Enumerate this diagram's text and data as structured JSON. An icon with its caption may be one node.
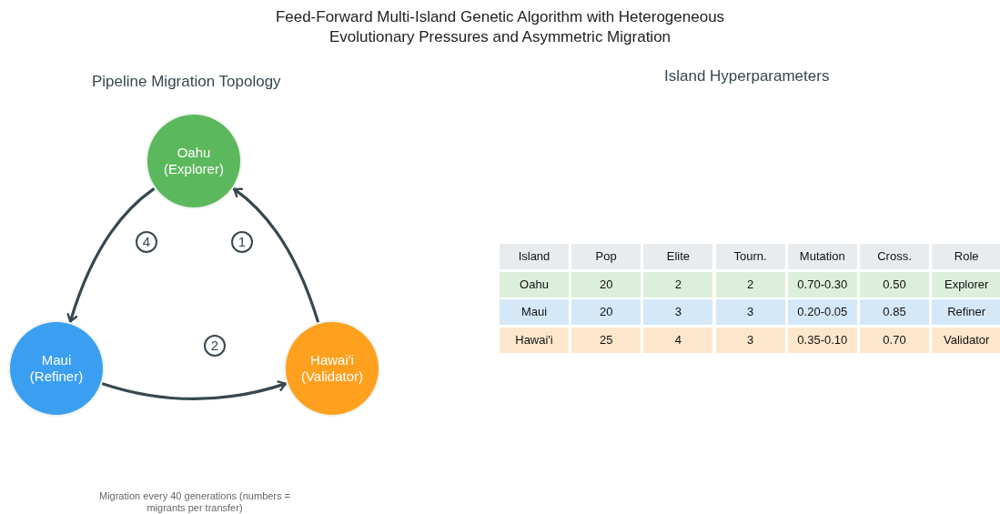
{
  "diagram": {
    "title": "Feed-Forward Multi-Island Genetic Algorithm with Heterogeneous Evolutionary Pressures and Asymmetric Migration",
    "nodes": [
      {
        "text": [
          "Oahu (Explorer)"
        ]
      },
      {
        "text": [
          "Maui (Refiner)"
        ]
      },
      {
        "text": [
          "Hawai'i (Validator)"
        ]
      }
    ],
    "edges": [
      {
        "from": 2,
        "to": 0,
        "arrow": "to",
        "label": "1"
      },
      {
        "from": 1,
        "to": 2,
        "arrow": "to",
        "label": "2"
      },
      {
        "from": 0,
        "to": 1,
        "arrow": "to",
        "label": "4"
      }
    ],
    "labels": [
      "Pipeline Migration Topology",
      "Island Hyperparameters",
      "Island",
      "Pop",
      "Elite",
      "Tourn.",
      "Mutation",
      "Cross.",
      "Role",
      "Oahu",
      "20",
      "2",
      "2",
      "0.70-0.30",
      "0.50",
      "Explorer",
      "Maui",
      "20",
      "3",
      "3",
      "0.20-0.05",
      "0.85",
      "Refiner",
      "Hawai'i",
      "25",
      "4",
      "3",
      "0.35-0.10",
      "0.70",
      "Validator",
      "Migration every 40 generations (numbers = migrants per transfer)"
    ]
  }
}
